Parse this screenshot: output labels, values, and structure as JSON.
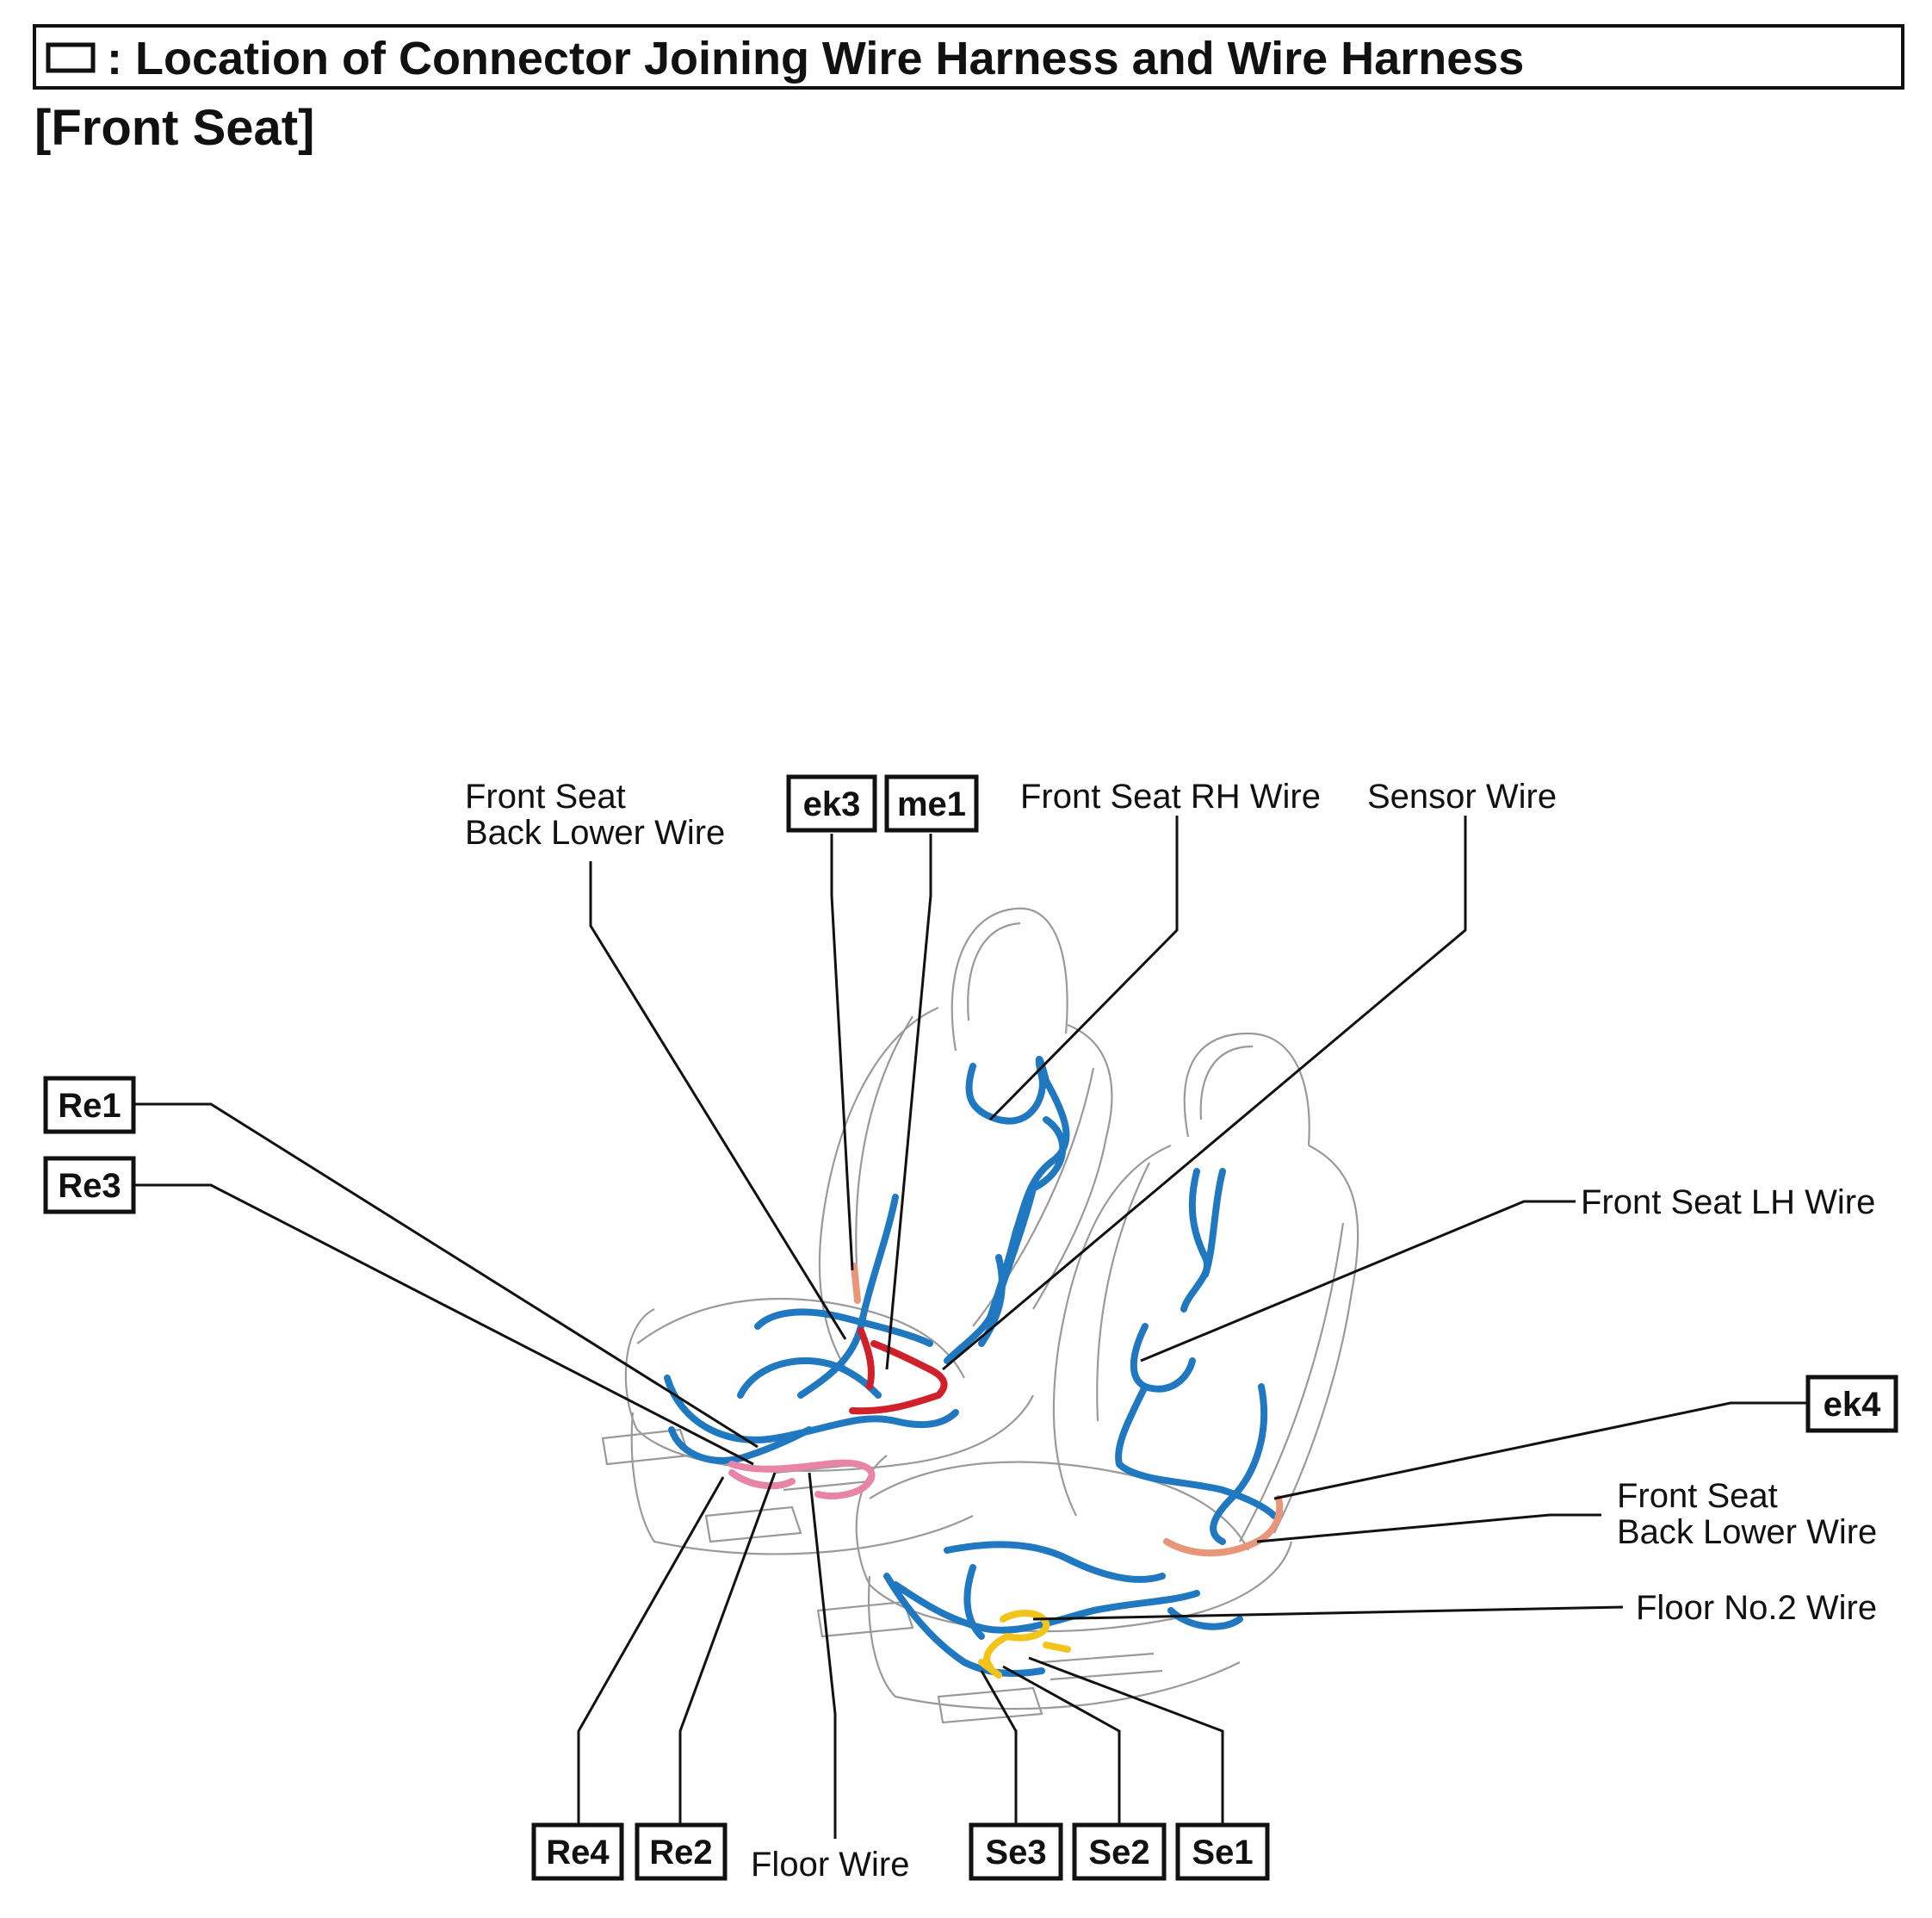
{
  "header": {
    "title": ": Location of Connector Joining Wire Harness and Wire Harness",
    "section": "[Front Seat]"
  },
  "callouts": {
    "ek3": "ek3",
    "me1": "me1",
    "re1": "Re1",
    "re3": "Re3",
    "ek4": "ek4",
    "re4": "Re4",
    "re2": "Re2",
    "se3": "Se3",
    "se2": "Se2",
    "se1": "Se1"
  },
  "labels": {
    "front_seat_back_lower_wire_top": [
      "Front Seat",
      "Back Lower Wire"
    ],
    "front_seat_rh_wire": "Front Seat RH Wire",
    "sensor_wire": "Sensor Wire",
    "front_seat_lh_wire": "Front Seat LH Wire",
    "front_seat_back_lower_wire_right": [
      "Front Seat",
      "Back Lower Wire"
    ],
    "floor_no2_wire": "Floor No.2 Wire",
    "floor_wire": "Floor Wire"
  },
  "colors": {
    "harness_blue": "#1f78c0",
    "harness_red": "#d0202a",
    "harness_pink": "#e884a8",
    "harness_orange": "#e8967a",
    "harness_yellow": "#f2c318",
    "seat_outline": "#9a9a9a"
  }
}
